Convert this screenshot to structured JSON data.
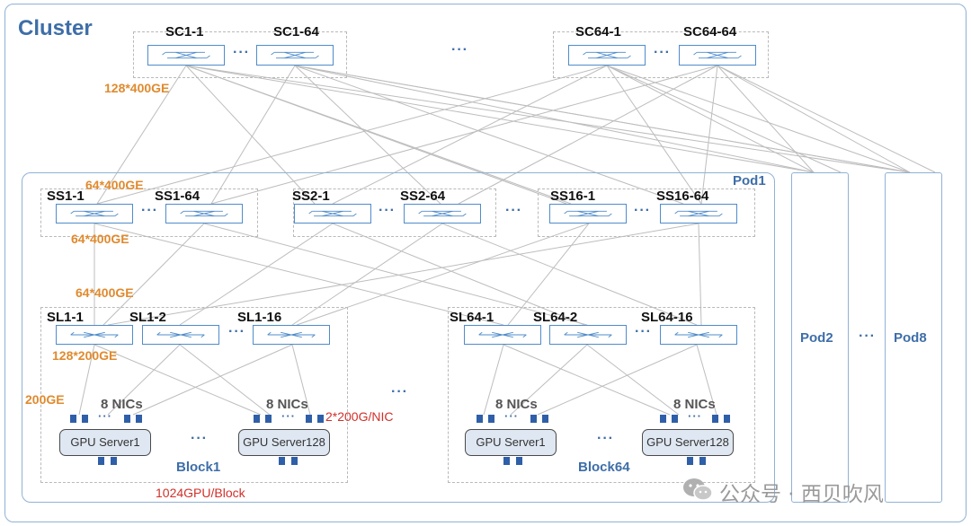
{
  "cluster": {
    "title": "Cluster"
  },
  "core_switches": {
    "labels": [
      "SC1-1",
      "SC1-64",
      "SC64-1",
      "SC64-64"
    ],
    "link_label": "128*400GE"
  },
  "pod1": {
    "title": "Pod1",
    "spine_labels": [
      "SS1-1",
      "SS1-64",
      "SS2-1",
      "SS2-64",
      "SS16-1",
      "SS16-64"
    ],
    "spine_uplink_label": "64*400GE",
    "spine_downlink_label": "64*400GE",
    "leaf_uplink_label": "64*400GE",
    "leaf_downlink_label": "128*200GE",
    "server_link_label": "200GE",
    "blocks": [
      {
        "title": "Block1",
        "leaf_labels": [
          "SL1-1",
          "SL1-2",
          "SL1-16"
        ],
        "servers": [
          {
            "name": "GPU Server1",
            "nics": "8 NICs"
          },
          {
            "name": "GPU Server128",
            "nics": "8 NICs"
          }
        ]
      },
      {
        "title": "Block64",
        "leaf_labels": [
          "SL64-1",
          "SL64-2",
          "SL64-16"
        ],
        "servers": [
          {
            "name": "GPU Server1",
            "nics": "8 NICs"
          },
          {
            "name": "GPU Server128",
            "nics": "8 NICs"
          }
        ]
      }
    ],
    "nic_speed_label": "2*200G/NIC",
    "block_capacity_label": "1024GPU/Block"
  },
  "other_pods": [
    "Pod2",
    "Pod8"
  ],
  "ellipsis": "···",
  "watermark": "公众号 · 西贝吹风",
  "colors": {
    "frame": "#8fb2d6",
    "switch": "#4f8ccb",
    "orange": "#e08a2e",
    "red": "#d0302a",
    "blue": "#3e6ea8"
  }
}
